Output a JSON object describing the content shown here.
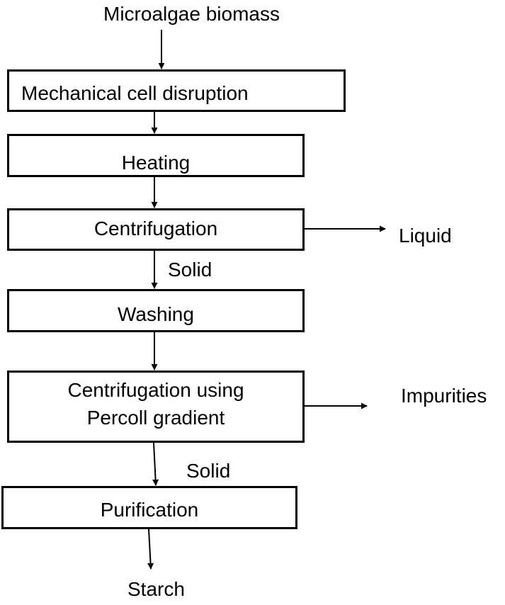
{
  "diagram": {
    "input": "Microalgae biomass",
    "steps": {
      "disruption": "Mechanical cell disruption",
      "heating": "Heating",
      "centrifugation": "Centrifugation",
      "washing": "Washing",
      "percoll_line1": "Centrifugation using",
      "percoll_line2": "Percoll gradient",
      "purification": "Purification"
    },
    "branches": {
      "liquid": "Liquid",
      "impurities": "Impurities"
    },
    "edge_labels": {
      "solid_1": "Solid",
      "solid_2": "Solid"
    },
    "output": "Starch"
  }
}
